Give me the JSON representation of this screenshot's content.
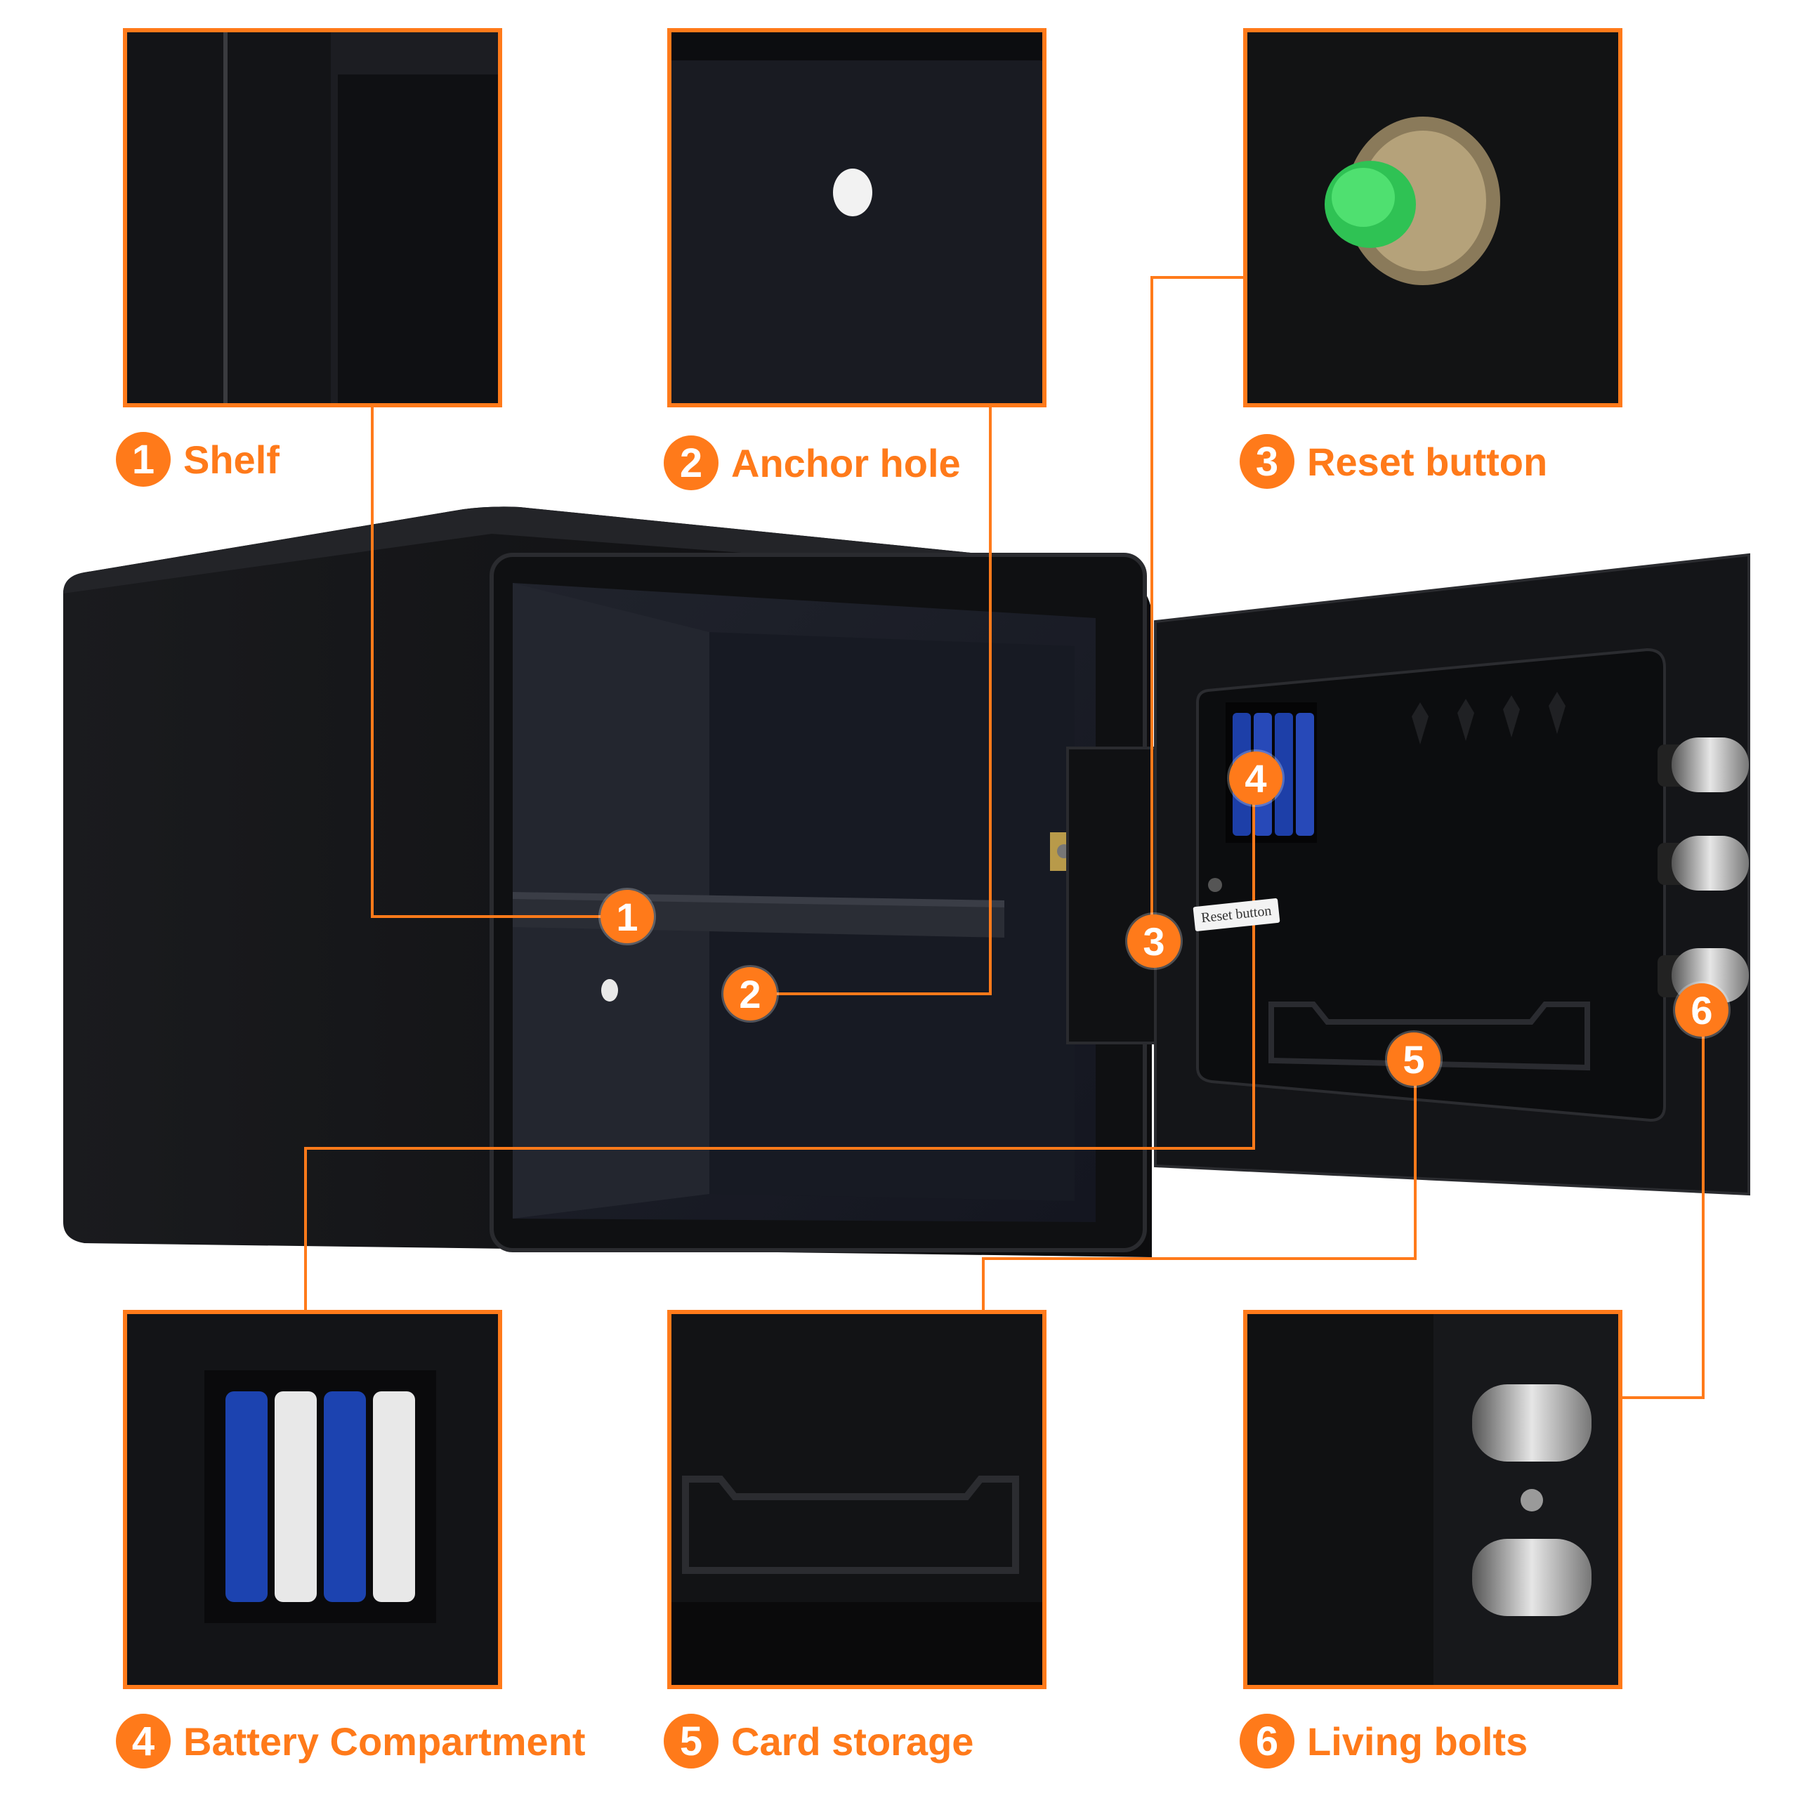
{
  "accent_color": "#ff7a1a",
  "features": [
    {
      "number": "1",
      "label": "Shelf",
      "icon": "shelf-icon"
    },
    {
      "number": "2",
      "label": "Anchor hole",
      "icon": "anchor-hole-icon"
    },
    {
      "number": "3",
      "label": "Reset button",
      "icon": "reset-button-icon"
    },
    {
      "number": "4",
      "label": "Battery Compartment",
      "icon": "battery-icon"
    },
    {
      "number": "5",
      "label": "Card storage",
      "icon": "card-slot-icon"
    },
    {
      "number": "6",
      "label": "Living bolts",
      "icon": "bolt-icon"
    }
  ],
  "reset_sticker_text": "Reset button"
}
